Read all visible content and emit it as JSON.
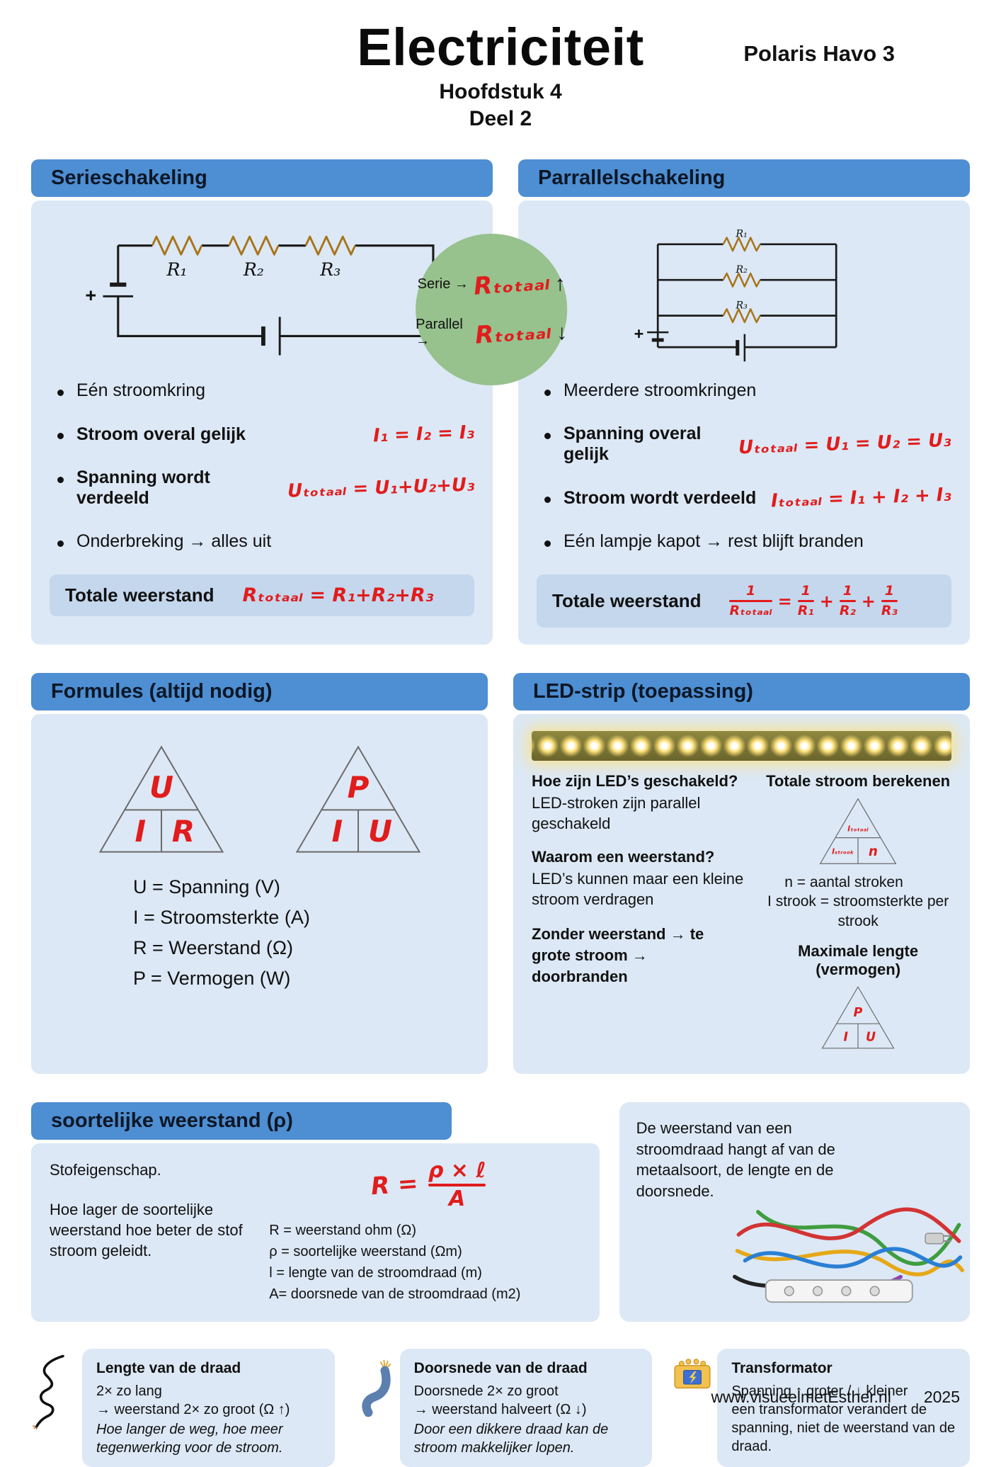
{
  "colors": {
    "header_blue": "#4e8ed2",
    "panel_blue": "#dce8f5",
    "subbar_blue": "#c4d7ed",
    "accent_red": "#e11c1c",
    "circle_green": "#97c18d"
  },
  "header": {
    "title": "Electriciteit",
    "badge": "Polaris Havo 3",
    "subtitle1": "Hoofdstuk 4",
    "subtitle2": "Deel 2"
  },
  "compare": {
    "serie_label": "Serie →",
    "serie_r": "Rₜₒₜₐₐₗ",
    "serie_arrow": "↑",
    "parallel_label": "Parallel →",
    "parallel_r": "Rₜₒₜₐₐₗ",
    "parallel_arrow": "↓"
  },
  "serie": {
    "title": "Serieschakeling",
    "circuit": {
      "plus": "+",
      "r1": "R₁",
      "r2": "R₂",
      "r3": "R₃"
    },
    "bullets": [
      {
        "text": "Eén stroomkring"
      },
      {
        "text": "Stroom overal gelijk",
        "formula": "I₁ = I₂ = I₃"
      },
      {
        "text": "Spanning wordt verdeeld",
        "formula": "Uₜₒₜₐₐₗ = U₁+U₂+U₃"
      },
      {
        "text": "Onderbreking → alles uit"
      }
    ],
    "total_label": "Totale weerstand",
    "total_formula": "Rₜₒₜₐₐₗ = R₁+R₂+R₃"
  },
  "parallel": {
    "title": "Parrallelschakeling",
    "circuit": {
      "plus": "+",
      "r1": "R₁",
      "r2": "R₂",
      "r3": "R₃"
    },
    "bullets": [
      {
        "text": "Meerdere stroomkringen"
      },
      {
        "text": "Spanning overal gelijk",
        "formula": "Uₜₒₜₐₐₗ = U₁ = U₂ = U₃"
      },
      {
        "text": "Stroom wordt verdeeld",
        "formula": "Iₜₒₜₐₐₗ = I₁ + I₂ + I₃"
      },
      {
        "text": "Eén lampje kapot → rest blijft branden"
      }
    ],
    "total_label": "Totale weerstand",
    "fractions": {
      "f1n": "1",
      "f1d": "Rₜₒₜₐₐₗ",
      "op1": "=",
      "f2n": "1",
      "f2d": "R₁",
      "op2": "+",
      "f3n": "1",
      "f3d": "R₂",
      "op3": "+",
      "f4n": "1",
      "f4d": "R₃"
    }
  },
  "formules": {
    "title": "Formules (altijd nodig)",
    "triangle_uir": {
      "top": "U",
      "left": "I",
      "right": "R"
    },
    "triangle_piu": {
      "top": "P",
      "left": "I",
      "right": "U"
    },
    "legend": [
      "U = Spanning (V)",
      "I = Stroomsterkte (A)",
      "R = Weerstand (Ω)",
      "P = Vermogen (W)"
    ]
  },
  "led": {
    "title": "LED-strip (toepassing)",
    "q1": "Hoe zijn LED’s geschakeld?",
    "a1": "LED-stroken zijn parallel geschakeld",
    "q2": "Waarom een weerstand?",
    "a2": "LED’s kunnen maar een kleine stroom verdragen",
    "warning": "Zonder weerstand → te grote stroom → doorbranden",
    "calc_title": "Totale stroom berekenen",
    "triangle_itot": {
      "top": "Iₜₒₜₐₐₗ",
      "left": "Iₛₜᵣₒₒₖ",
      "right": "n"
    },
    "note1": "n = aantal stroken",
    "note2": "I strook = stroomsterkte per strook",
    "max_title": "Maximale lengte (vermogen)",
    "triangle_piu": {
      "top": "P",
      "left": "I",
      "right": "U"
    }
  },
  "soortelijk": {
    "title": "soortelijke weerstand (ρ)",
    "p1": "Stofeigenschap.",
    "p2": "Hoe lager de soortelijke weerstand hoe beter de stof stroom geleidt.",
    "formula_lhs": "R =",
    "formula_num": "ρ × ℓ",
    "formula_den": "A",
    "legend": [
      "R = weerstand ohm (Ω)",
      "ρ = soortelijke weerstand (Ωm)",
      "l = lengte van de stroomdraad (m)",
      "A= doorsnede van de stroomdraad (m2)"
    ]
  },
  "draad": {
    "text": "De weerstand van een stroomdraad hangt af van de metaalsoort, de lengte en de doorsnede."
  },
  "bottom": [
    {
      "title": "Lengte van de draad",
      "line1": "2× zo lang",
      "line2": "→ weerstand 2× zo groot (Ω ↑)",
      "note": "Hoe langer de weg, hoe meer tegenwerking voor de stroom."
    },
    {
      "title": "Doorsnede van de draad",
      "line1": "Doorsnede 2× zo groot",
      "line2": "→ weerstand halveert (Ω ↓)",
      "note": "Door een dikkere draad kan de stroom makkelijker lopen."
    },
    {
      "title": "Transformator",
      "line1": "Spanning ↑ groter / ↓ kleiner",
      "line2": "een transformator verandert de spanning, niet de weerstand van de draad.",
      "note": ""
    }
  ],
  "footer": {
    "site": "www.visueelmetEsther.nl",
    "year": "2025"
  }
}
